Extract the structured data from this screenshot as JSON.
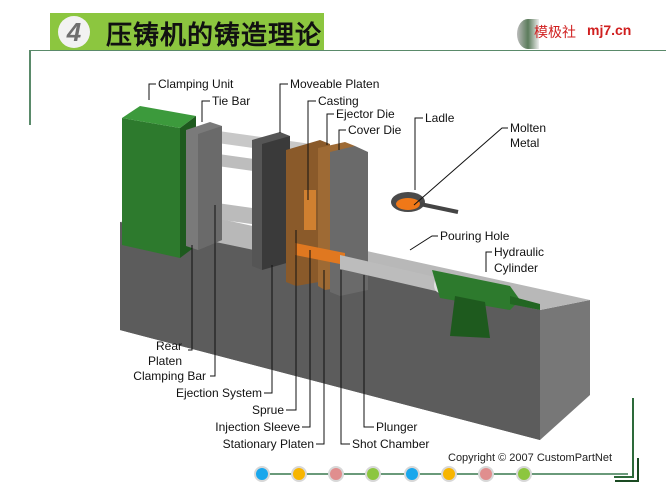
{
  "header": {
    "section_number": "4",
    "title": "压铸机的铸造理论",
    "brand_name": "模极社",
    "brand_url": "mj7.cn"
  },
  "diagram": {
    "labels": {
      "clamping_unit": "Clamping Unit",
      "tie_bar": "Tie Bar",
      "moveable_platen": "Moveable Platen",
      "casting": "Casting",
      "ejector_die": "Ejector Die",
      "cover_die": "Cover Die",
      "ladle": "Ladle",
      "molten_metal_1": "Molten",
      "molten_metal_2": "Metal",
      "pouring_hole": "Pouring Hole",
      "hydraulic_cylinder_1": "Hydraulic",
      "hydraulic_cylinder_2": "Cylinder",
      "rear_platen_1": "Rear",
      "rear_platen_2": "Platen",
      "clamping_bar": "Clamping Bar",
      "ejection_system": "Ejection System",
      "sprue": "Sprue",
      "injection_sleeve": "Injection Sleeve",
      "stationary_platen": "Stationary Platen",
      "plunger": "Plunger",
      "shot_chamber": "Shot Chamber"
    },
    "copyright": "Copyright © 2007 CustomPartNet"
  },
  "footer": {
    "dot_colors": [
      "#1aa7ec",
      "#f7b500",
      "#e08e8e",
      "#8cc63f",
      "#1aa7ec",
      "#f7b500",
      "#e08e8e",
      "#8cc63f"
    ]
  }
}
